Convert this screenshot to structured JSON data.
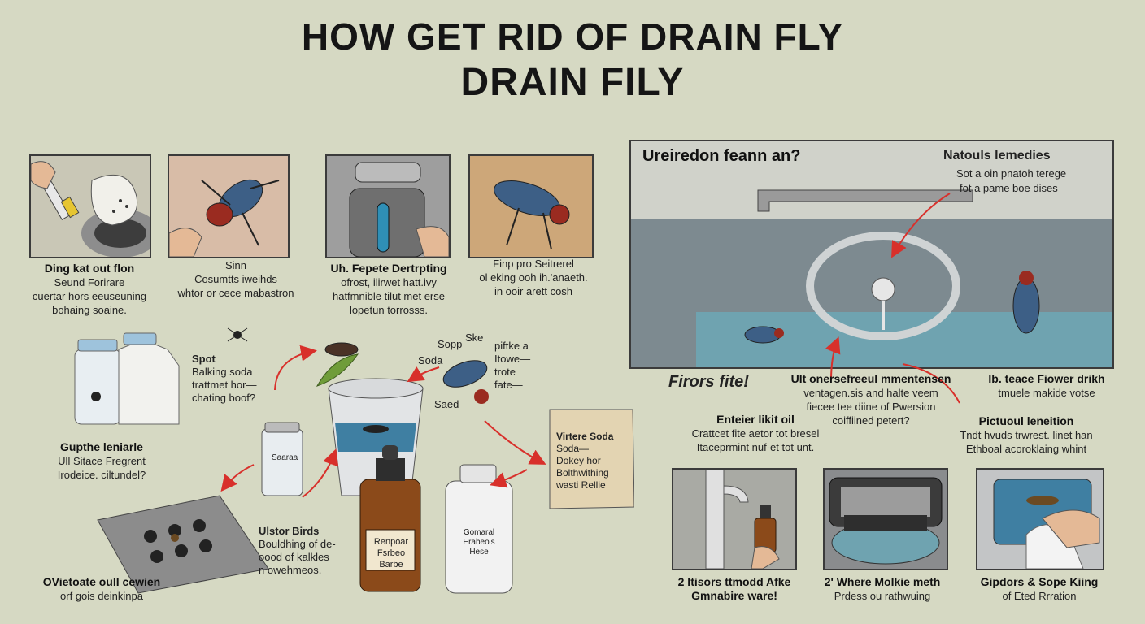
{
  "title": {
    "line1": "HOW GET RID OF DRAIN FLY",
    "line2": "DRAIN FILY"
  },
  "top_panels": [
    {
      "heading": "Ding kat out flon",
      "lines": [
        "Seund Forirare",
        "cuertar hors eeuseuning",
        "bohaing soaine."
      ]
    },
    {
      "heading": "Sinn",
      "lines": [
        "Cosumtts iweihds",
        "whtor or cece mabastron"
      ]
    },
    {
      "heading": "Uh. Fepete Dertrpting",
      "lines": [
        "ofrost, ilirwet hatt.ivy",
        "hatfmnible tilut met erse",
        "lopetun torrosss."
      ]
    },
    {
      "heading": "Finp pro Seitrerel",
      "lines": [
        "ol eking ooh ih.'anaeth.",
        "in ooir arett cosh"
      ]
    }
  ],
  "middle": {
    "spot": [
      "Spot",
      "Balking soda",
      "trattmet hor—",
      "chating boof?"
    ],
    "gupthe": {
      "heading": "Gupthe leniarle",
      "lines": [
        "Ull Sitace Fregrent",
        "Irodeice. ciltundel?"
      ]
    },
    "ovietoate": [
      "OVietoate oull cewien",
      "orf gois deinkinpa"
    ],
    "jar_label": "Saaraa",
    "sopp": "Sopp",
    "ske": "Ske",
    "soda": "Soda",
    "saed": "Saed",
    "piftke": [
      "piftke a",
      "Itowe—",
      "trote",
      "fate—"
    ],
    "ulstor": [
      "Ulstor Birds",
      "Bouldhing of de-",
      "oood of kalkles",
      "n owehmeos."
    ],
    "bottle_label": [
      "Renpoar",
      "Fsrbeo",
      "Barbe"
    ],
    "bottle2_label": [
      "Gomaral",
      "Erabeo's",
      "Hese"
    ],
    "bag": {
      "title": "Virtere Soda",
      "lines": [
        "Soda—",
        "Dokey hor",
        "Bolthwithing",
        "wasti Rellie"
      ]
    }
  },
  "right_panel": {
    "question": "Ureiredon feann an?",
    "remedies_title": "Natouls lemedies",
    "remedies_lines": [
      "Sot a oin pnatoh terege",
      "fot a pame boe dises"
    ]
  },
  "right_notes": {
    "first": "Firors fite!",
    "col1": {
      "heading": "Ult onersefreeul mmentensen",
      "lines": [
        "ventagen.sis and halte veem",
        "fiecee tee diine of Pwersion",
        "coiffiined petert?"
      ]
    },
    "col2": {
      "heading": "Ib. teace Fiower drikh",
      "lines": [
        "tmuele makide votse"
      ]
    },
    "left2": {
      "heading": "Enteier likit oil",
      "lines": [
        "Crattcet fite aetor tot bresel",
        "Itaceprmint nuf-et tot unt."
      ]
    },
    "right2": {
      "heading": "Pictuoul leneition",
      "lines": [
        "Tndt hvuds trwrest. linet han",
        "Ethboal acoroklaing whint"
      ]
    }
  },
  "bottom_panels": [
    {
      "line1": "2 Itisors ttmodd Afke",
      "line2": "Gmnabire ware!"
    },
    {
      "line1": "2' Where Molkie meth",
      "line2": "Prdess ou rathwuing"
    },
    {
      "line1": "Gipdors & Sope Kiing",
      "line2": "of Eted Rrration"
    }
  ],
  "colors": {
    "background": "#d6d9c3",
    "water": "#6fa3b0",
    "fly_blue": "#3d5f86",
    "fly_eye": "#9a2b20",
    "arrow": "#d8302b"
  }
}
